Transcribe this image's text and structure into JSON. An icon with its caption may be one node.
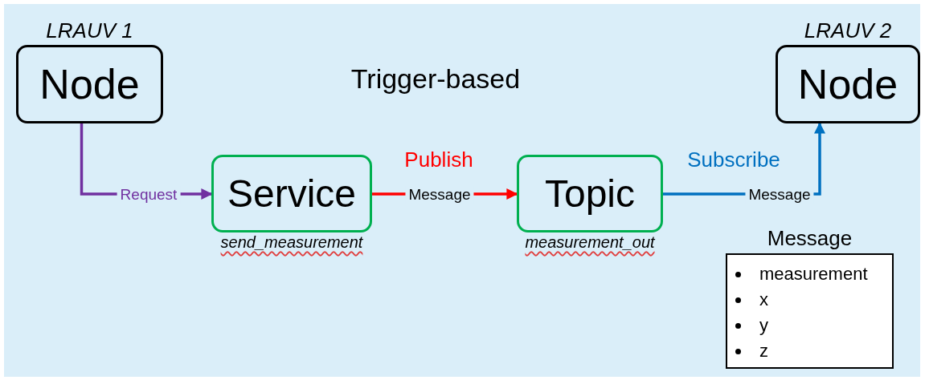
{
  "diagram": {
    "nodes": [
      {
        "text": [
          "LRAUV 1",
          "Node"
        ]
      },
      {
        "text": [
          "Service"
        ],
        "beside": [
          "send_measurement"
        ]
      },
      {
        "text": [
          "Topic"
        ],
        "beside": [
          "measurement_out"
        ]
      },
      {
        "text": [
          "LRAUV 2",
          "Node"
        ]
      },
      {
        "text": [
          "Message",
          "measurement",
          "x",
          "y",
          "z"
        ]
      }
    ],
    "edges": [
      {
        "from": 0,
        "to": 1,
        "arrow": "to",
        "label": "Request",
        "color": "#7030a0"
      },
      {
        "from": 1,
        "to": 2,
        "arrow": "to",
        "label": "Message",
        "color": "#ff0000"
      },
      {
        "from": 2,
        "to": 3,
        "arrow": "to",
        "label": "Message",
        "color": "#0070c0"
      }
    ],
    "labels": [
      "Trigger-based",
      "Publish",
      "Subscribe"
    ]
  }
}
